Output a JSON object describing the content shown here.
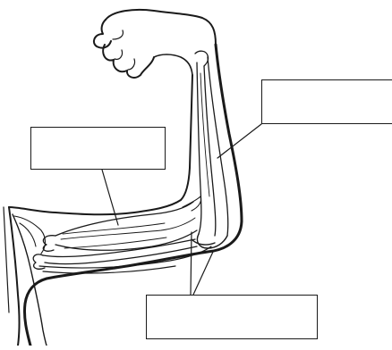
{
  "diagram": {
    "subject": "arm-muscles-and-bones",
    "labels": [
      {
        "id": "left",
        "text": ""
      },
      {
        "id": "right",
        "text": ""
      },
      {
        "id": "bottom",
        "text": ""
      }
    ]
  },
  "colors": {
    "line": "#1a1a1a",
    "background": "#ffffff"
  }
}
